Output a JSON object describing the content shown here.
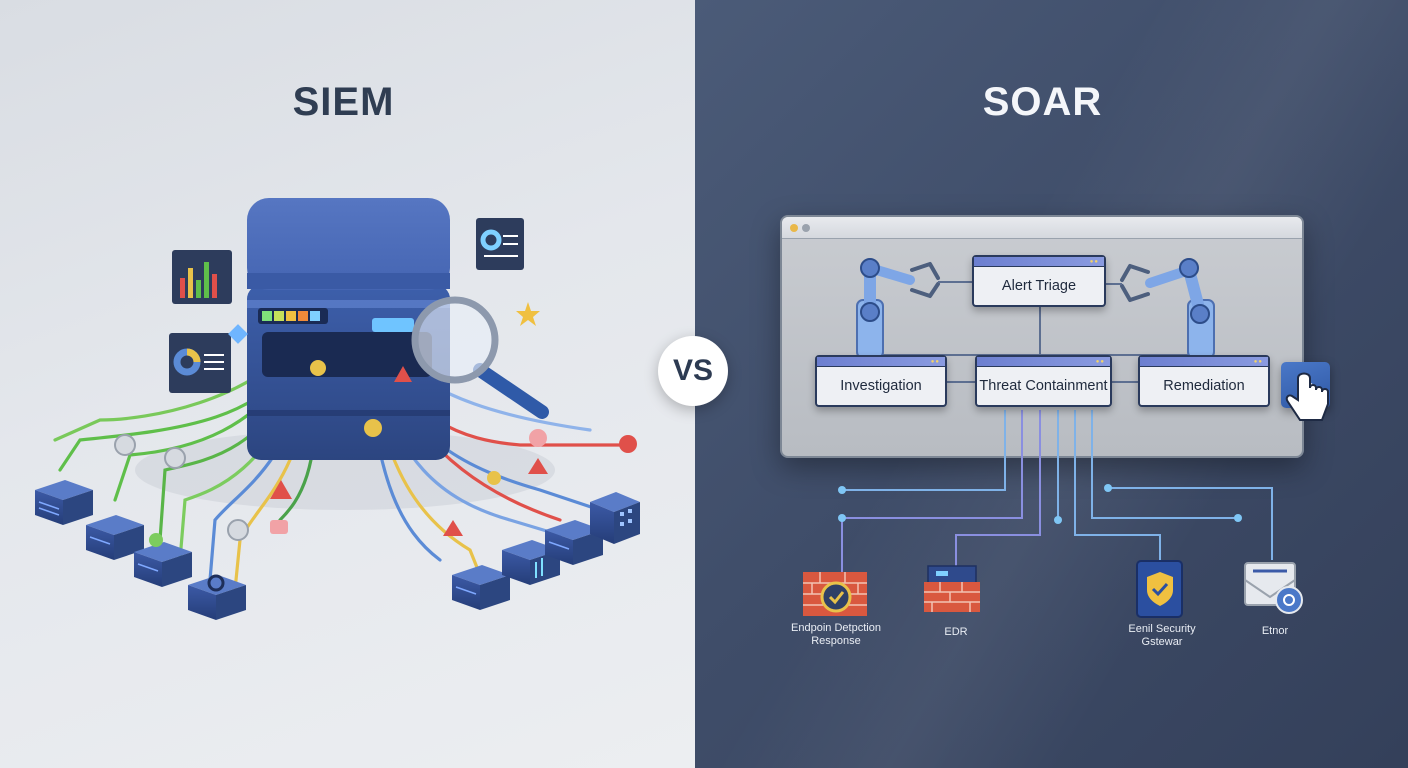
{
  "siem": {
    "title": "SIEM"
  },
  "vs": {
    "label": "VS"
  },
  "soar": {
    "title": "SOAR",
    "workflow": {
      "alert_triage": "Alert Triage",
      "investigation": "Investigation",
      "threat_containment": "Threat Containment",
      "remediation": "Remediation"
    },
    "tools": [
      {
        "label_line1": "Endpoin Detpction",
        "label_line2": "Response"
      },
      {
        "label_line1": "EDR",
        "label_line2": ""
      },
      {
        "label_line1": "Eenil Security",
        "label_line2": "Gstewar"
      },
      {
        "label_line1": "Etnor",
        "label_line2": ""
      }
    ]
  },
  "colors": {
    "siem_bg": "#e4e7ec",
    "soar_bg": "#3f4d69",
    "server_blue": "#3f5da6",
    "cable_green": "#5fbf4a",
    "cable_blue": "#5b8bd6",
    "cable_red": "#e0504a",
    "cable_yellow": "#e8c24a",
    "node_header": "#7a8cd8",
    "connector_line": "#7fb2e8"
  }
}
